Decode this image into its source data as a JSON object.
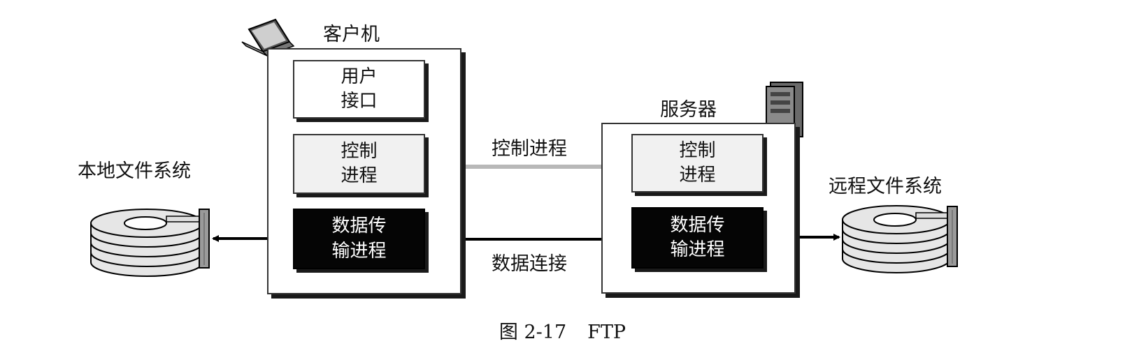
{
  "figure": {
    "number": "图 2-17",
    "title": "FTP"
  },
  "client": {
    "title": "客户机",
    "icon": "laptop-icon",
    "user_interface": [
      "用户",
      "接口"
    ],
    "control_process": [
      "控制",
      "进程"
    ],
    "data_process": [
      "数据传",
      "输进程"
    ]
  },
  "server": {
    "title": "服务器",
    "icon": "server-tower-icon",
    "control_process": [
      "控制",
      "进程"
    ],
    "data_process": [
      "数据传",
      "输进程"
    ]
  },
  "connections": {
    "control": "控制进程",
    "data": "数据连接"
  },
  "local_fs": {
    "label": "本地文件系统",
    "icon": "disk-stack-icon"
  },
  "remote_fs": {
    "label": "远程文件系统",
    "icon": "disk-stack-icon"
  },
  "colors": {
    "control_arrow": "#b8b8b8",
    "data_arrow": "#000000",
    "process_fill": "#050505",
    "control_fill": "#f1f1f1"
  }
}
